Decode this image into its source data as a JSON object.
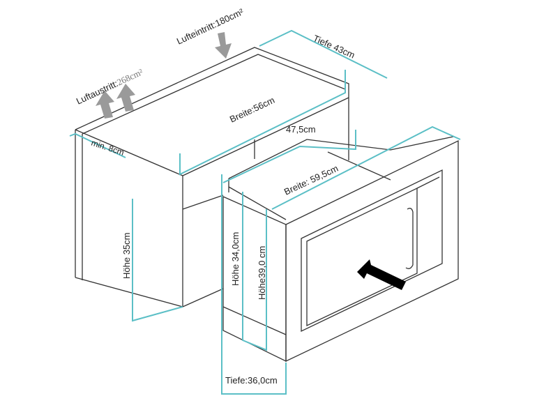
{
  "labels": {
    "air_inlet": "Lufteintritt:180cm²",
    "air_outlet_label": "Luftaustritt:",
    "air_outlet_value": "268cm²",
    "depth_cabinet": "Tiefe 43cm",
    "width_cabinet": "Breite:56cm",
    "min_gap": "min. 8cm",
    "inner_depth": "47,5cm",
    "width_front": "Breite: 59,5cm",
    "height_cabinet": "Höhe 35cm",
    "height_body": "Höhe 34,0cm",
    "height_front": "Höhe39,0 cm",
    "depth_body": "Tiefe:36,0cm"
  },
  "colors": {
    "dimension": "#5bbfc6",
    "line": "#333333",
    "arrow_grey": "#9a9a9a",
    "arrow_black": "#000000"
  }
}
